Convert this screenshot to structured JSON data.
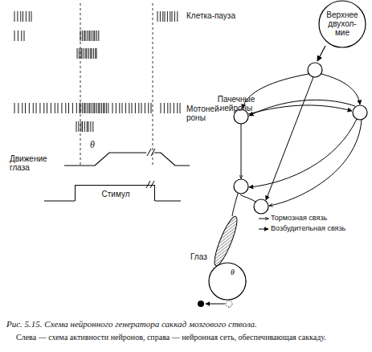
{
  "diagram": {
    "caption": "Рис. 5.15. Схема нейронного генератора саккад мозгового ствола.",
    "nodes": [
      {
        "text": [
          "Верхнее двухол- мие"
        ]
      },
      {
        "text": [
          "Стимул"
        ]
      },
      {
        "text": [
          "Глаз",
          "θ"
        ]
      }
    ],
    "labels": [
      "Клетка-пауза",
      "Пачечные нейроны",
      "Мотоней- роны",
      "Движение глаза",
      "θ",
      "Слева — схема активности нейронов, справа — нейронная сеть, обеспечивающая саккаду."
    ],
    "legend": [
      {
        "text": "Тормозная связь"
      },
      {
        "text": "Возбудительная связь"
      }
    ]
  }
}
